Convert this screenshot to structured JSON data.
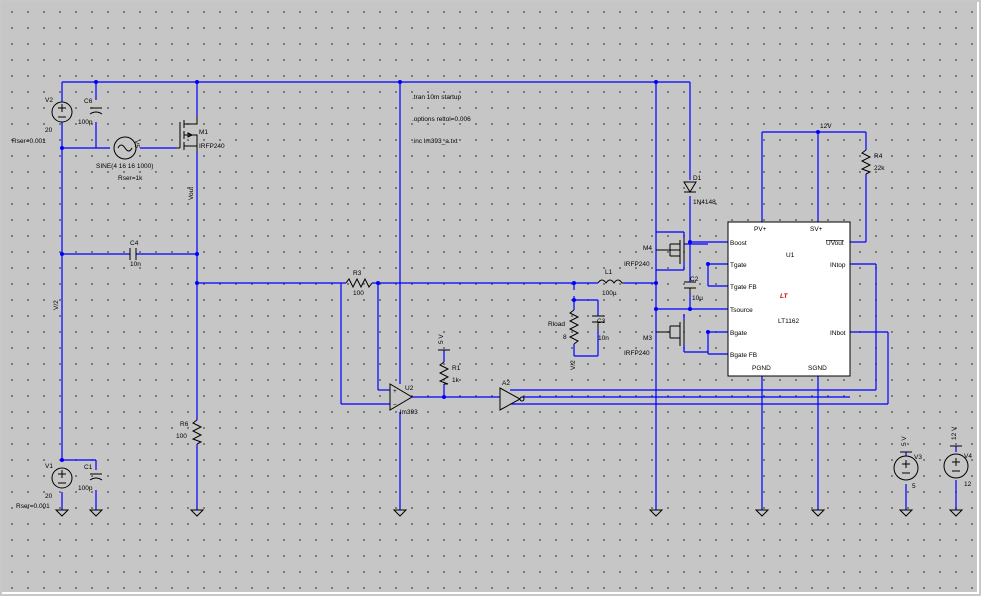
{
  "directives": {
    "tran": ".tran 10m startup",
    "options": ".options reltol=0.006",
    "inc": ".inc lm393_a.txt"
  },
  "components": {
    "V2": {
      "ref": "V2",
      "value": "20",
      "rser": "Rser=0.001"
    },
    "C6": {
      "ref": "C6",
      "value": "100p"
    },
    "V5": {
      "ref": "V5",
      "value": "SINE(4 16 16 1000)",
      "rser": "Rser=1k"
    },
    "M1": {
      "ref": "M1",
      "value": "IRFP240"
    },
    "C4": {
      "ref": "C4",
      "value": "10n"
    },
    "R3": {
      "ref": "R3",
      "value": "100"
    },
    "R6": {
      "ref": "R6",
      "value": "100"
    },
    "V1": {
      "ref": "V1",
      "value": "20",
      "rser": "Rser=0.001"
    },
    "C1": {
      "ref": "C1",
      "value": "100p"
    },
    "U2": {
      "ref": "U2",
      "value": "lm393"
    },
    "R1": {
      "ref": "R1",
      "value": "1k"
    },
    "A2": {
      "ref": "A2"
    },
    "L1": {
      "ref": "L1",
      "value": "100µ"
    },
    "Rload": {
      "ref": "Rload",
      "value": "8"
    },
    "C3": {
      "ref": "C3",
      "value": "10n"
    },
    "D1": {
      "ref": "D1",
      "value": "1N4148"
    },
    "M4": {
      "ref": "M4",
      "value": "IRFP240"
    },
    "M3": {
      "ref": "M3",
      "value": "IRFP240"
    },
    "C2": {
      "ref": "C2",
      "value": "10µ"
    },
    "R4": {
      "ref": "R4",
      "value": "22k"
    },
    "V3": {
      "ref": "V3",
      "value": "5"
    },
    "V4": {
      "ref": "V4",
      "value": "12"
    }
  },
  "net_labels": {
    "vout": "Vout",
    "v2_left": "V/2",
    "v2_mid": "V/2",
    "v5": "5 V",
    "v12_top": "12V",
    "v5_src": "5 V",
    "v12_src": "12 V"
  },
  "u1": {
    "ref": "U1",
    "part": "LT1162",
    "logo": "LT",
    "pins": {
      "pv": "PV+",
      "sv": "SV+",
      "boost": "Boost",
      "tgate": "Tgate",
      "tgatefb": "Tgate FB",
      "tsource": "Tsource",
      "bgate": "Bgate",
      "bgatefb": "Bgate FB",
      "pgnd": "PGND",
      "sgnd": "SGND",
      "uvout": "UVout",
      "intop": "INtop",
      "inbot": "INbot"
    }
  }
}
